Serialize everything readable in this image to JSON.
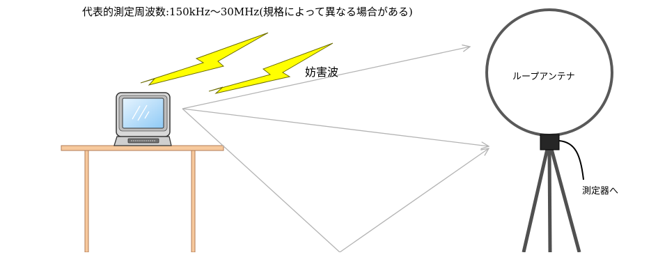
{
  "title": "代表的測定周波数:150kHz〜30MHz(規格によって異なる場合がある)",
  "labels": {
    "interference_wave": "妨害波",
    "loop_antenna": "ループアンテナ",
    "to_meter": "測定器へ"
  },
  "colors": {
    "table": "#f7c99d",
    "table_outline": "#b07b55",
    "lightning": "#ffff00",
    "lightning_outline": "#6b6b00",
    "wave_arrow": "#b3b3b3",
    "antenna_ring": "#595959",
    "antenna_connector": "#262626",
    "tripod": "#505050",
    "tv_body": "#d9d9d9",
    "tv_screen": "#bfe3ff"
  },
  "icons": [
    "tv-icon",
    "lightning-bolt-icon",
    "loop-antenna-icon"
  ]
}
